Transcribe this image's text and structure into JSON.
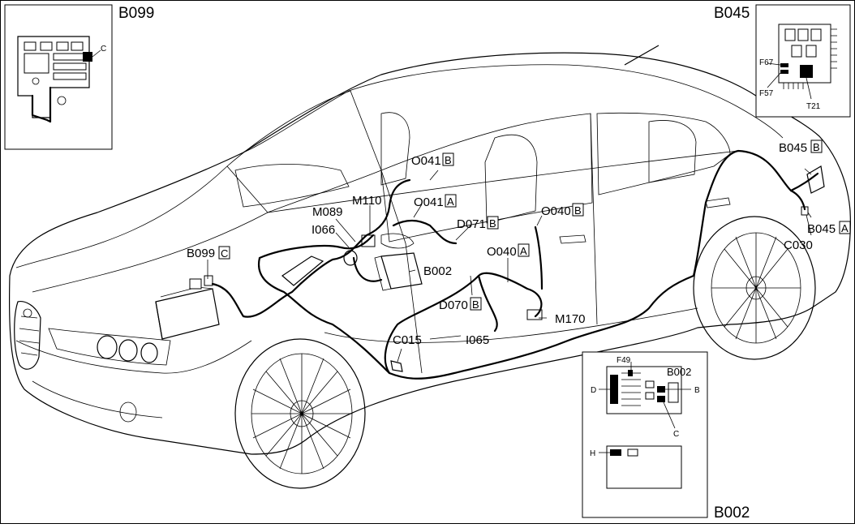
{
  "insets": {
    "b099": {
      "title": "B099",
      "pin": "C"
    },
    "b045": {
      "title": "B045",
      "fuse1": "F67",
      "fuse2": "F57",
      "relay": "T21"
    },
    "b002": {
      "title": "B002",
      "inner_title": "B002",
      "fuse": "F49",
      "pin_d": "D",
      "pin_b": "B",
      "pin_c": "C",
      "pin_h": "H"
    }
  },
  "labels": {
    "b099c": {
      "code": "B099",
      "pin": "C"
    },
    "b045b": {
      "code": "B045",
      "pin": "B"
    },
    "b045a": {
      "code": "B045",
      "pin": "A"
    },
    "o041b": {
      "code": "O041",
      "pin": "B"
    },
    "o041a": {
      "code": "O041",
      "pin": "A"
    },
    "o040b": {
      "code": "O040",
      "pin": "B"
    },
    "o040a": {
      "code": "O040",
      "pin": "A"
    },
    "d071b": {
      "code": "D071",
      "pin": "B"
    },
    "d070b": {
      "code": "D070",
      "pin": "B"
    },
    "m110": "M110",
    "m089": "M089",
    "i066": "I066",
    "b002": "B002",
    "c030": "C030",
    "m170": "M170",
    "c015": "C015",
    "i065": "I065"
  }
}
